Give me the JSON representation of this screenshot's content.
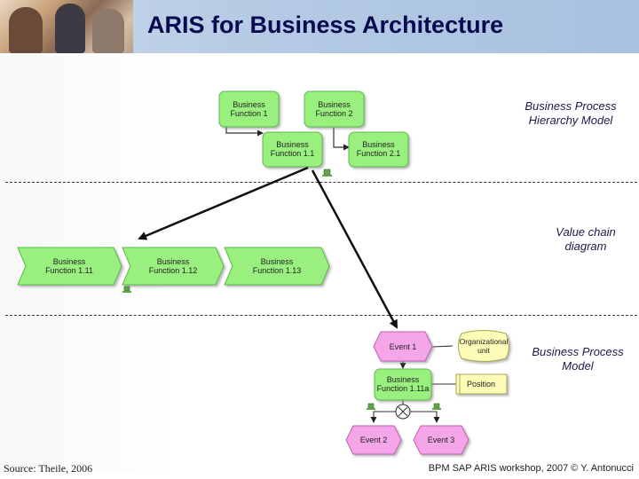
{
  "header": {
    "title": "ARIS for Business Architecture"
  },
  "labels": {
    "hierarchy": [
      "Business Process",
      "Hierarchy Model"
    ],
    "value_chain": [
      "Value chain",
      "diagram"
    ],
    "process_model": [
      "Business Process",
      "Model"
    ]
  },
  "hierarchy": {
    "bf1": [
      "Business",
      "Function 1"
    ],
    "bf2": [
      "Business",
      "Function 2"
    ],
    "bf11": [
      "Business",
      "Function 1.1"
    ],
    "bf21": [
      "Business",
      "Function 2.1"
    ]
  },
  "value_chain": {
    "vc1": [
      "Business",
      "Function 1.11"
    ],
    "vc2": [
      "Business",
      "Function 1.12"
    ],
    "vc3": [
      "Business",
      "Function 1.13"
    ]
  },
  "process_model": {
    "event1": "Event 1",
    "org": [
      "Organizational",
      "unit"
    ],
    "func": [
      "Business",
      "Function 1.11a"
    ],
    "position": "Position",
    "event2": "Event 2",
    "event3": "Event 3"
  },
  "footer": {
    "source": "Source: Theile, 2006",
    "credit": "BPM SAP ARIS workshop, 2007 © Y. Antonucci"
  },
  "colors": {
    "function_fill": "#99f07e",
    "event_fill": "#f4a6e8",
    "org_fill": "#fdfdb8",
    "position_fill": "#fdfdb8",
    "title_color": "#0a0a50"
  }
}
